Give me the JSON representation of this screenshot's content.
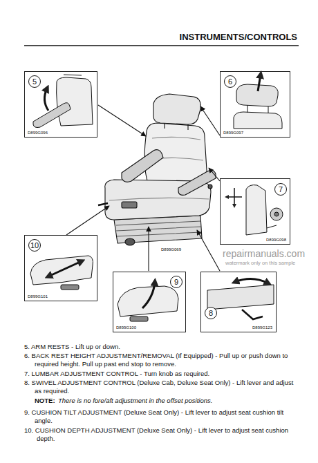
{
  "diagram": {
    "title": "INSTRUMENTS/CONTROLS",
    "nodes": [
      {
        "text": [
          "5",
          "D899G096"
        ]
      },
      {
        "text": [
          "6",
          "D899G097"
        ]
      },
      {
        "text": [
          "7",
          "D899G098"
        ]
      },
      {
        "text": [
          "10",
          "D899G101"
        ]
      },
      {
        "text": [
          "9",
          "D899G100"
        ]
      },
      {
        "text": [
          "8",
          "D899G123"
        ]
      }
    ],
    "labels": [
      "D899G069",
      "repairmanuals.com",
      "watermark only on this sample",
      "5. ARM RESTS - Lift up or down.",
      "6. BACK REST HEIGHT ADJUSTMENT/REMOVAL (If Equipped) - Pull up or push down to required height. Pull up past end stop to remove.",
      "7. LUMBAR ADJUSTMENT CONTROL - Turn knob as required.",
      "8. SWIVEL ADJUSTMENT CONTROL (Deluxe Cab, Deluxe Seat Only) - Lift lever and adjust as required.",
      "NOTE:",
      "There is no fore/aft adjustment in the offset positions.",
      "9. CUSHION TILT ADJUSTMENT (Deluxe Seat Only) - Lift lever to adjust seat cushion tilt angle.",
      "10. CUSHION DEPTH ADJUSTMENT (Deluxe Seat Only) - Lift lever to adjust seat cushion depth."
    ]
  }
}
